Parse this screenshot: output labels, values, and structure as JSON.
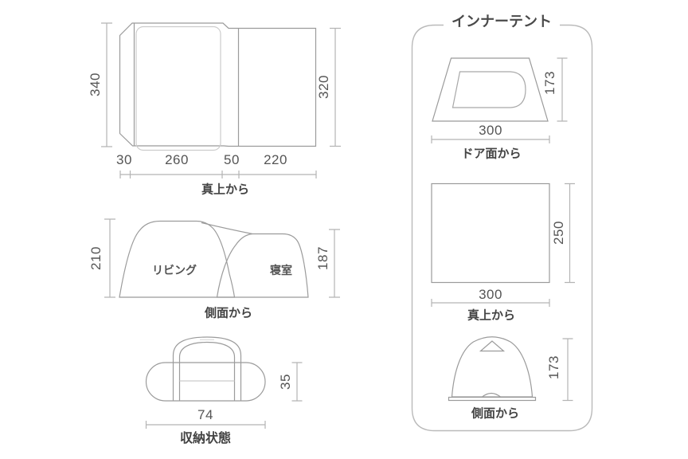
{
  "figure": {
    "main": {
      "top_view": {
        "caption": "真上から",
        "height_left": "340",
        "height_right": "320",
        "widths": [
          "30",
          "260",
          "50",
          "220"
        ]
      },
      "side_view": {
        "caption": "側面から",
        "height_left": "210",
        "height_right": "187",
        "label_living": "リビング",
        "label_bedroom": "寝室"
      },
      "storage": {
        "caption": "収納状態",
        "width": "74",
        "height": "35"
      }
    },
    "inner": {
      "title": "インナーテント",
      "door_view": {
        "caption": "ドア面から",
        "width": "300",
        "height": "173"
      },
      "top_view": {
        "caption": "真上から",
        "width": "300",
        "depth": "250"
      },
      "side_view": {
        "caption": "側面から",
        "height": "173"
      }
    },
    "colors": {
      "line": "#9b9b9b",
      "line_light": "#cccccc",
      "dimension": "#b4b4b4",
      "text": "#4a4a4a",
      "background": "#ffffff"
    }
  }
}
